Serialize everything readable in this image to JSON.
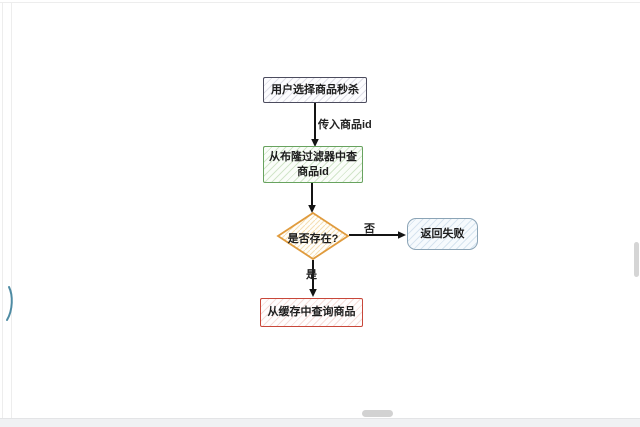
{
  "flowchart": {
    "nodes": [
      {
        "id": "start",
        "label": "用户选择商品秒杀",
        "shape": "rectangle",
        "border_color": "#4c4c5e"
      },
      {
        "id": "bloom-filter-check",
        "label": "从布隆过滤器中查商品id",
        "shape": "rectangle",
        "border_color": "#68a35f"
      },
      {
        "id": "exists-decision",
        "label": "是否存在?",
        "shape": "diamond",
        "border_color": "#e09b3d"
      },
      {
        "id": "return-fail",
        "label": "返回失败",
        "shape": "rounded-rectangle",
        "border_color": "#8ba4b6"
      },
      {
        "id": "query-cache",
        "label": "从缓存中查询商品",
        "shape": "rectangle",
        "border_color": "#c8473a"
      }
    ],
    "edges": [
      {
        "from": "start",
        "to": "bloom-filter-check",
        "label": "传入商品id"
      },
      {
        "from": "bloom-filter-check",
        "to": "exists-decision",
        "label": ""
      },
      {
        "from": "exists-decision",
        "to": "return-fail",
        "label": "否"
      },
      {
        "from": "exists-decision",
        "to": "query-cache",
        "label": "是"
      }
    ],
    "arrow_color": "#141414"
  },
  "canvas": {
    "background": "#ffffff",
    "guide_line_color": "#ededed",
    "left_mark_color": "#4e8ba3"
  },
  "scrollbar": {
    "horizontal_thumb_color": "#d2d2d2",
    "vertical_thumb_color": "#d5d5d5"
  }
}
